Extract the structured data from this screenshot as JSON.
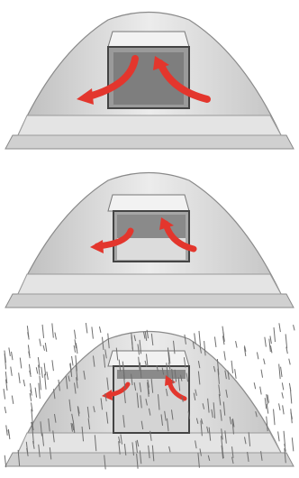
{
  "illustration": {
    "panels": [
      {
        "state": "window-fully-open",
        "airflow_arrows": 2,
        "rain": false
      },
      {
        "state": "window-half-open",
        "airflow_arrows": 2,
        "rain": false
      },
      {
        "state": "window-nearly-closed",
        "airflow_arrows": 2,
        "rain": true
      }
    ],
    "colors": {
      "tent_fabric": "#d9d9d9",
      "tent_shadow": "#a9a9a9",
      "mesh_window": "#8c8c8c",
      "arrow": "#e3362d",
      "rain": "#6f6f6f"
    }
  }
}
